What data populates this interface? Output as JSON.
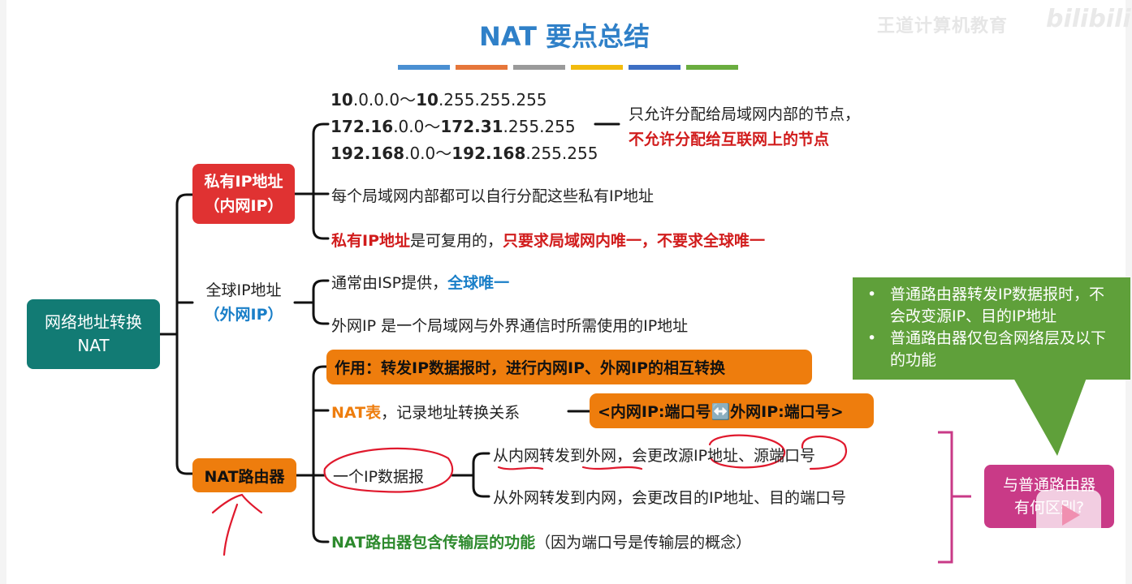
{
  "title": "NAT 要点总结",
  "title_bar_colors": [
    "#4a8fd2",
    "#e6763a",
    "#9a9a9a",
    "#f2bb0e",
    "#3d6fc4",
    "#6aad3f"
  ],
  "watermark": {
    "left": "王道计算机教育",
    "right": "bilibili"
  },
  "root": {
    "line1": "网络地址转换",
    "line2": "NAT"
  },
  "private_ip": {
    "label_line1": "私有IP地址",
    "label_line2": "（内网IP）",
    "ranges": [
      {
        "start_bold": "10",
        "start_rest": ".0.0.0",
        "sep": "～",
        "end_bold": "10",
        "end_rest": ".255.255.255"
      },
      {
        "start_bold": "172.16",
        "start_rest": ".0.0",
        "sep": "～",
        "end_bold": "172.31",
        "end_rest": ".255.255"
      },
      {
        "start_bold": "192.168",
        "start_rest": ".0.0",
        "sep": "～",
        "end_bold": "192.168",
        "end_rest": ".255.255"
      }
    ],
    "dash": "——",
    "note_line1": "只允许分配给局域网内部的节点，",
    "note_line2": "不允许分配给互联网上的节点",
    "point1": "每个局域网内部都可以自行分配这些私有IP地址",
    "point2_red1": "私有IP地址",
    "point2_mid": "是可复用的，",
    "point2_red2": "只要求局域网内唯一，不要求全球唯一"
  },
  "public_ip": {
    "label_line1": "全球IP地址",
    "label_line2": "（外网IP）",
    "point1_text": "通常由ISP提供，",
    "point1_blue": "全球唯一",
    "point2": "外网IP 是一个局域网与外界通信时所需使用的IP地址"
  },
  "nat_router": {
    "label": "NAT路由器",
    "function": "作用：转发IP数据报时，进行内网IP、外网IP的相互转换",
    "table_orange": "NAT表",
    "table_text": "，记录地址转换关系",
    "table_format": "<内网IP:端口号↔️外网IP:端口号>",
    "datagram": "一个IP数据报",
    "out_text": "从内网转发到外网，会更改源IP地址、源端口号",
    "in_text": "从外网转发到内网，会更改目的IP地址、目的端口号",
    "transport_green": "NAT路由器包含传输层的功能",
    "transport_note": "（因为端口号是传输层的概念）"
  },
  "comparison": {
    "bullets": [
      "普通路由器转发IP数据报时，不会改变源IP、目的IP地址",
      "普通路由器仅包含网络层及以下的功能"
    ],
    "question_line1": "与普通路由器",
    "question_line2": "有何区别?"
  },
  "colors": {
    "title": "#2f80c8",
    "root": "#127b74",
    "private_label": "#e03232",
    "red_text": "#d11c1c",
    "blue_text": "#1a7fc8",
    "orange": "#ee7d0d",
    "green_text": "#2d8a2d",
    "green_box": "#5fa03a",
    "pink_box": "#c93a87",
    "annotation": "#e0192d"
  }
}
